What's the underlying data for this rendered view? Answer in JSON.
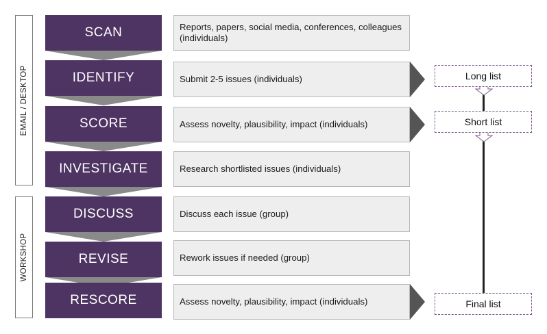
{
  "phases": [
    {
      "label": "EMAIL / DESKTOP"
    },
    {
      "label": "WORKSHOP"
    }
  ],
  "steps": [
    {
      "label": "SCAN",
      "description": "Reports, papers, social media, conferences, colleagues (individuals)"
    },
    {
      "label": "IDENTIFY",
      "description": "Submit 2-5 issues (individuals)"
    },
    {
      "label": "SCORE",
      "description": "Assess novelty, plausibility, impact (individuals)"
    },
    {
      "label": "INVESTIGATE",
      "description": "Research shortlisted issues (individuals)"
    },
    {
      "label": "DISCUSS",
      "description": "Discuss each issue (group)"
    },
    {
      "label": "REVISE",
      "description": "Rework issues if needed (group)"
    },
    {
      "label": "RESCORE",
      "description": "Assess novelty, plausibility, impact (individuals)"
    }
  ],
  "lists": {
    "long": "Long list",
    "short": "Short list",
    "final": "Final list"
  },
  "colors": {
    "step_fill": "#4e3462",
    "chevron": "#8a8a8a",
    "description_fill": "#eeeeee",
    "list_border": "#7d5a8a"
  }
}
